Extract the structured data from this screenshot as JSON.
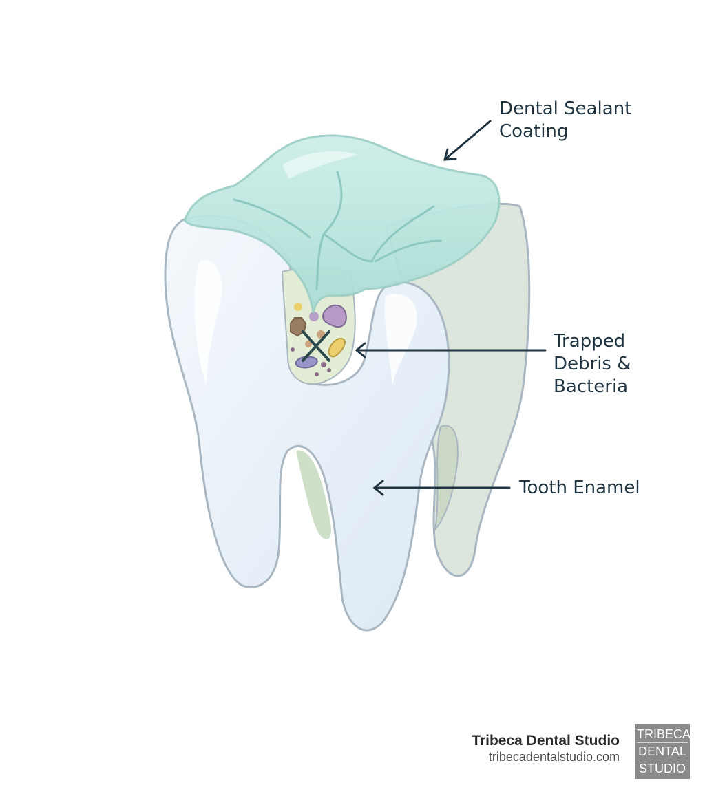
{
  "labels": {
    "sealant": [
      "Dental Sealant",
      "Coating"
    ],
    "debris": [
      "Trapped",
      "Debris &",
      "Bacteria"
    ],
    "enamel": "Tooth Enamel"
  },
  "footer": {
    "brand_name": "Tribeca Dental Studio",
    "brand_url": "tribecadentalstudio.com",
    "logo_lines": [
      "TRIBECA",
      "DENTAL",
      "STUDIO"
    ]
  },
  "colors": {
    "sealant": "#bfe6e0",
    "enamel": "#e9f2fa",
    "root_side": "#dde6dc",
    "outline": "#a9b7c2",
    "text": "#1f3440"
  }
}
